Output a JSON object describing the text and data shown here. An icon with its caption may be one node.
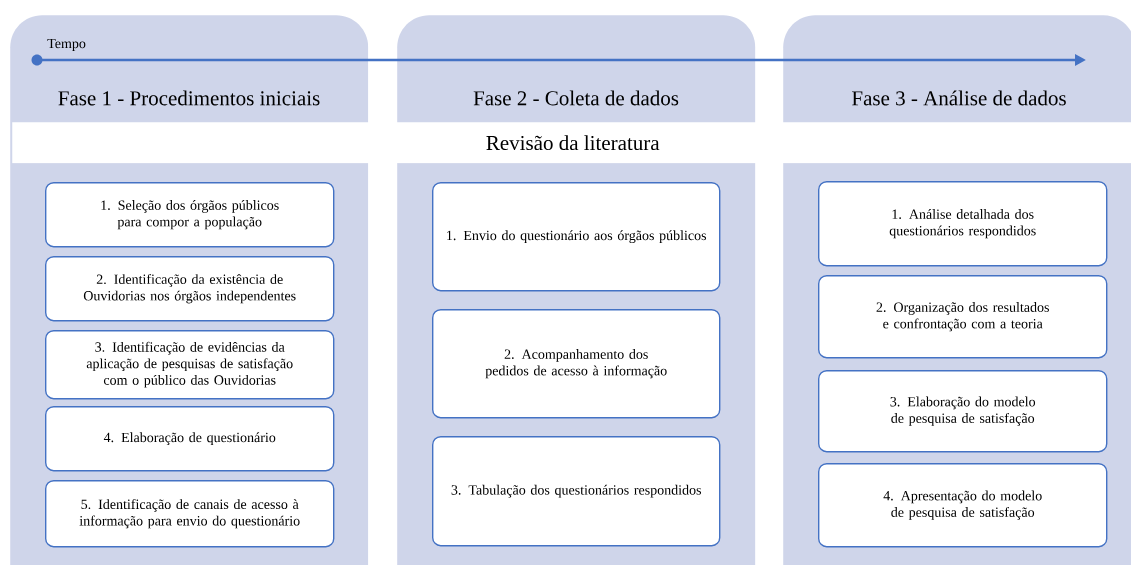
{
  "diagram": {
    "nodes": [
      {
        "text": [
          "Fase 1 - Procedimentos iniciais"
        ]
      },
      {
        "text": [
          "1. Seleção dos órgãos públicos para compor a população"
        ],
        "in": 0
      },
      {
        "text": [
          "2. Identificação da existência de Ouvidorias nos órgãos independentes"
        ],
        "in": 0
      },
      {
        "text": [
          "3. Identificação de evidências da aplicação de pesquisas de satisfação com o público das Ouvidorias"
        ],
        "in": 0
      },
      {
        "text": [
          "4. Elaboração de questionário"
        ],
        "in": 0
      },
      {
        "text": [
          "5. Identificação de canais de acesso à informação para envio do questionário"
        ],
        "in": 0
      },
      {
        "text": [
          "Fase 2 - Coleta de dados"
        ]
      },
      {
        "text": [
          "1. Envio do questionário aos órgãos públicos"
        ],
        "in": 6
      },
      {
        "text": [
          "2. Acompanhamento dos pedidos de acesso à informação"
        ],
        "in": 6
      },
      {
        "text": [
          "3. Tabulação dos questionários respondidos"
        ],
        "in": 6
      },
      {
        "text": [
          "Fase 3 - Análise de dados"
        ]
      },
      {
        "text": [
          "1. Análise detalhada dos questionários respondidos"
        ],
        "in": 10
      },
      {
        "text": [
          "2. Organização dos resultados e confrontação com a teoria"
        ],
        "in": 10
      },
      {
        "text": [
          "3. Elaboração do modelo de pesquisa de satisfação"
        ],
        "in": 10
      },
      {
        "text": [
          "4. Apresentação do modelo de pesquisa de satisfação"
        ],
        "in": 10
      },
      {
        "text": [
          "Revisão da literatura"
        ]
      }
    ],
    "labels": [
      "Tempo"
    ]
  }
}
